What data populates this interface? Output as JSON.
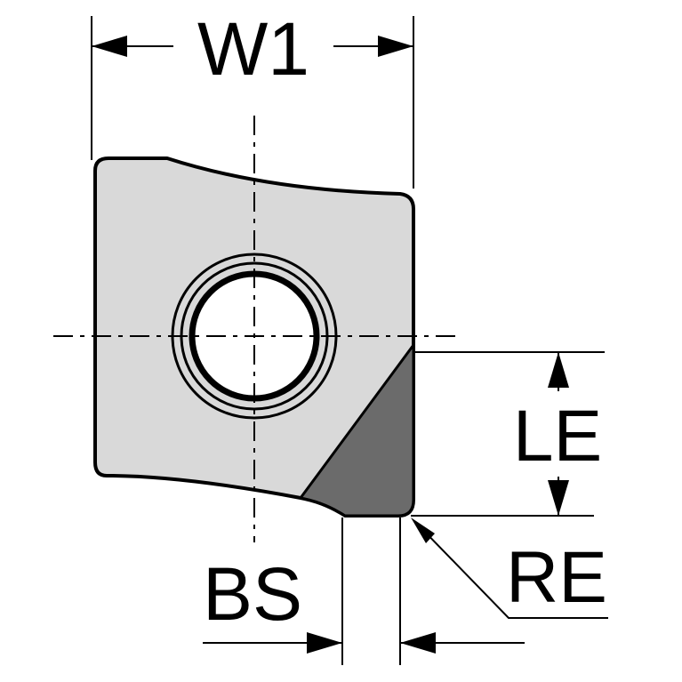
{
  "labels": {
    "w1": "W1",
    "le": "LE",
    "bs": "BS",
    "re": "RE"
  },
  "colors": {
    "background": "#ffffff",
    "insert_body": "#d9d9d9",
    "cutting_edge": "#6b6b6b",
    "outline": "#000000"
  }
}
